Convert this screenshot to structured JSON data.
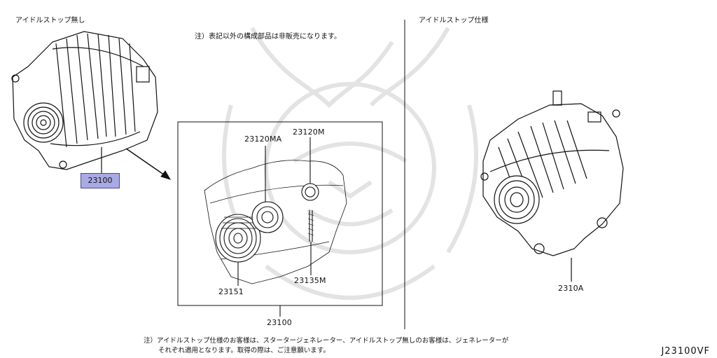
{
  "headers": {
    "left": "アイドルストップ無し",
    "right": "アイドルストップ仕様"
  },
  "note_top": "注）表記以外の構成部品は非販売になります。",
  "parts": {
    "main_left": "23100",
    "detail_ma": "23120MA",
    "detail_m": "23120M",
    "detail_pulley": "23151",
    "detail_screw": "23135M",
    "detail_group": "23100",
    "main_right": "2310A"
  },
  "footnote": {
    "line1": "注）アイドルストップ仕様のお客様は、スタータージェネレーター、アイドルストップ無しのお客様は、ジェネレーターが",
    "line2": "それぞれ適用となります。取得の際は、ご注意願います。"
  },
  "diagram_code": "J23100VF",
  "colors": {
    "highlight": "#a9a9e6",
    "line": "#111111",
    "watermark": "#e6e6e6"
  }
}
